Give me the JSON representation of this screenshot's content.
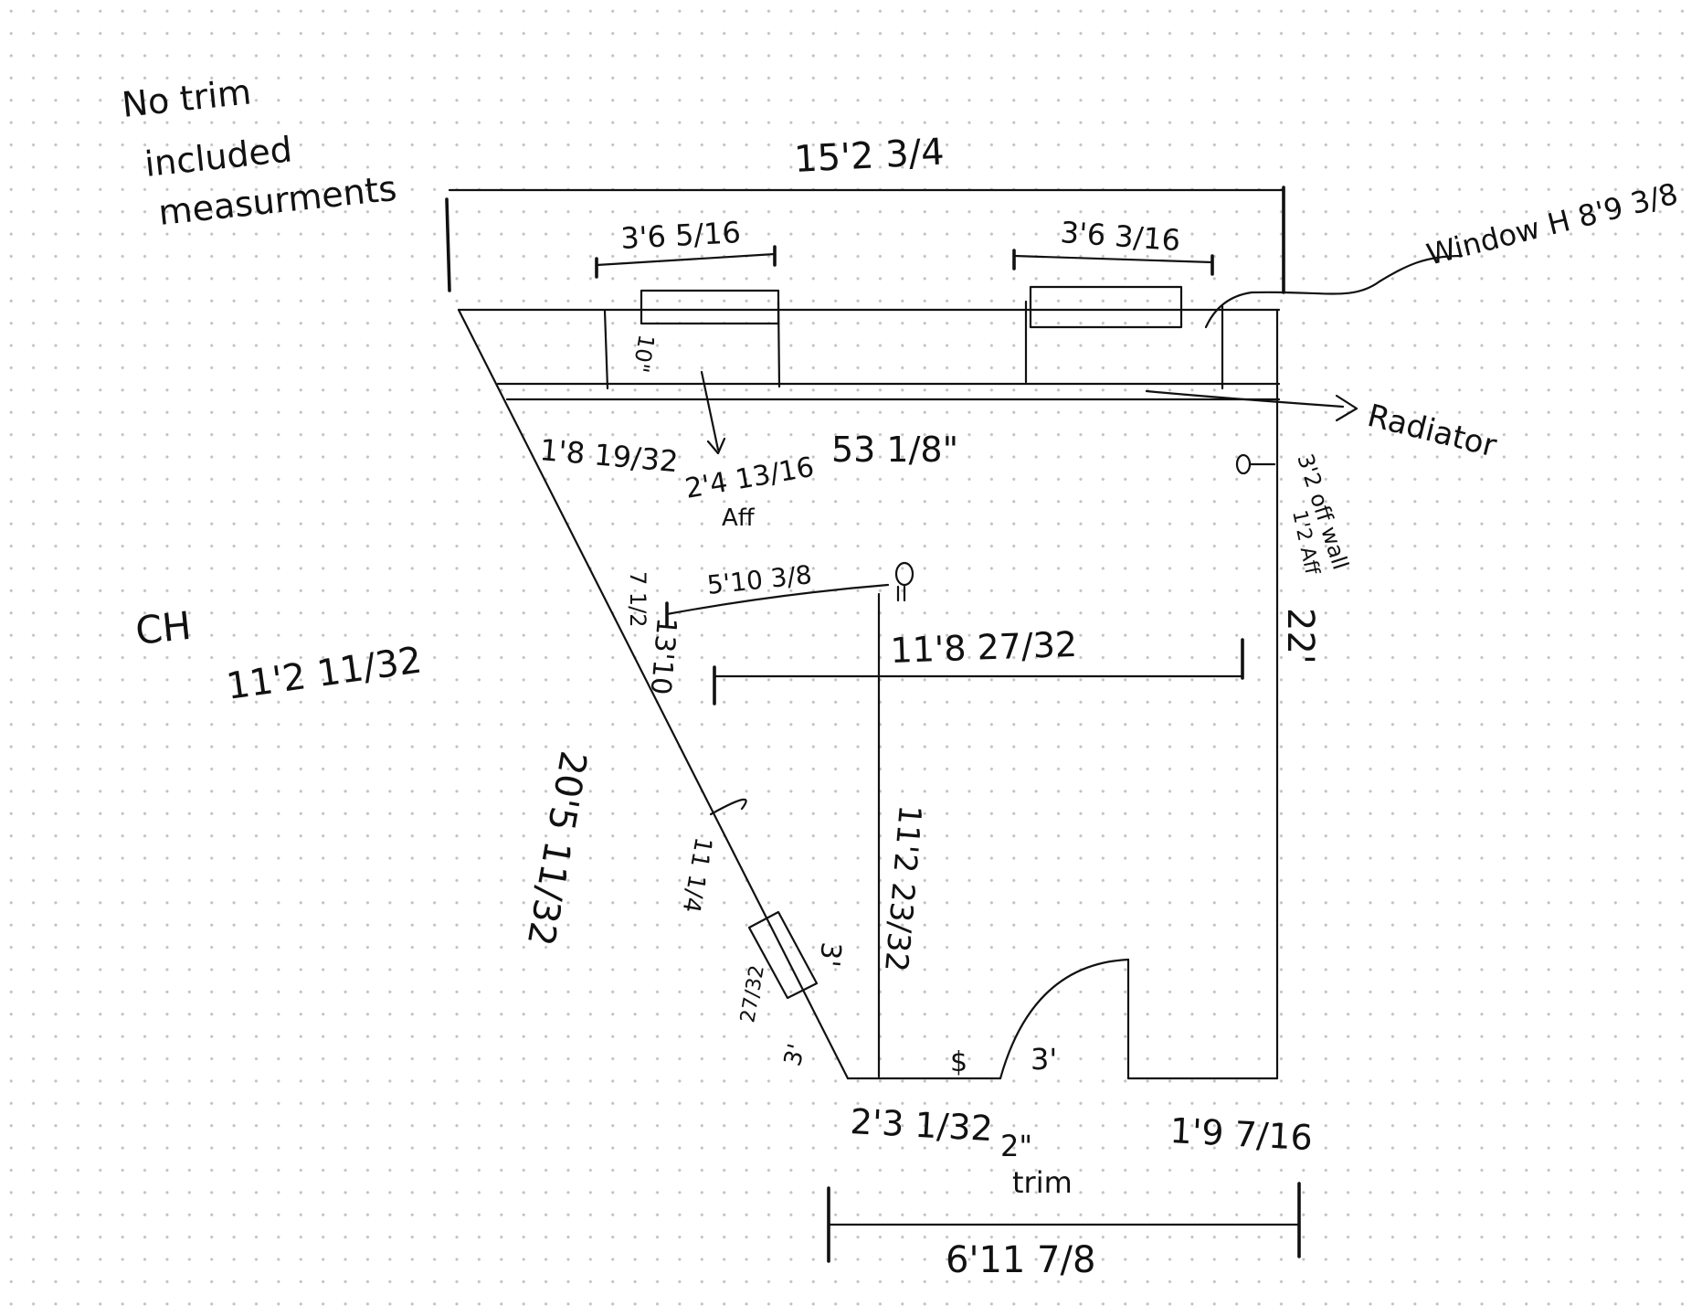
{
  "notes": {
    "no_trim_1": "No trim",
    "no_trim_2": "included",
    "no_trim_3": "measurments",
    "ceiling_label": "CH",
    "ceiling_value": "11'2 11/32"
  },
  "dimensions": {
    "top_overall": "15'2 3/4",
    "window_left_width": "3'6 5/16",
    "window_right_width": "3'6 3/16",
    "window_height": "Window H 8'9 3/8",
    "radiator": "Radiator",
    "window_left_depth": "10\"",
    "outlet_aff_1": "2'4 13/16",
    "outlet_aff_2": "Aff",
    "angle_wall_top": "1'8 19/32",
    "wall_top_center": "53 1/8\"",
    "right_fixture_1": "3'2 off wall",
    "right_fixture_2": "1'2 Aff",
    "right_wall": "22'",
    "light_offset": "5'10 3/8",
    "light_small": "7 1/2",
    "width_mid": "11'8 27/32",
    "angle_wall_seg": "13'10",
    "angle_wall_long": "20'5 11/32",
    "angle_wall_low": "11 1/4",
    "window_small": "3'",
    "angle_wall_bottom_1": "27/32",
    "angle_wall_bottom_2": "3'",
    "vertical_depth": "11'2 23/32",
    "outlet_symbol": "$",
    "door_width": "3'",
    "bottom_left": "2'3 1/32",
    "trim_1": "2\"",
    "trim_2": "trim",
    "bottom_right": "1'9 7/16",
    "bottom_overall": "6'11 7/8"
  }
}
